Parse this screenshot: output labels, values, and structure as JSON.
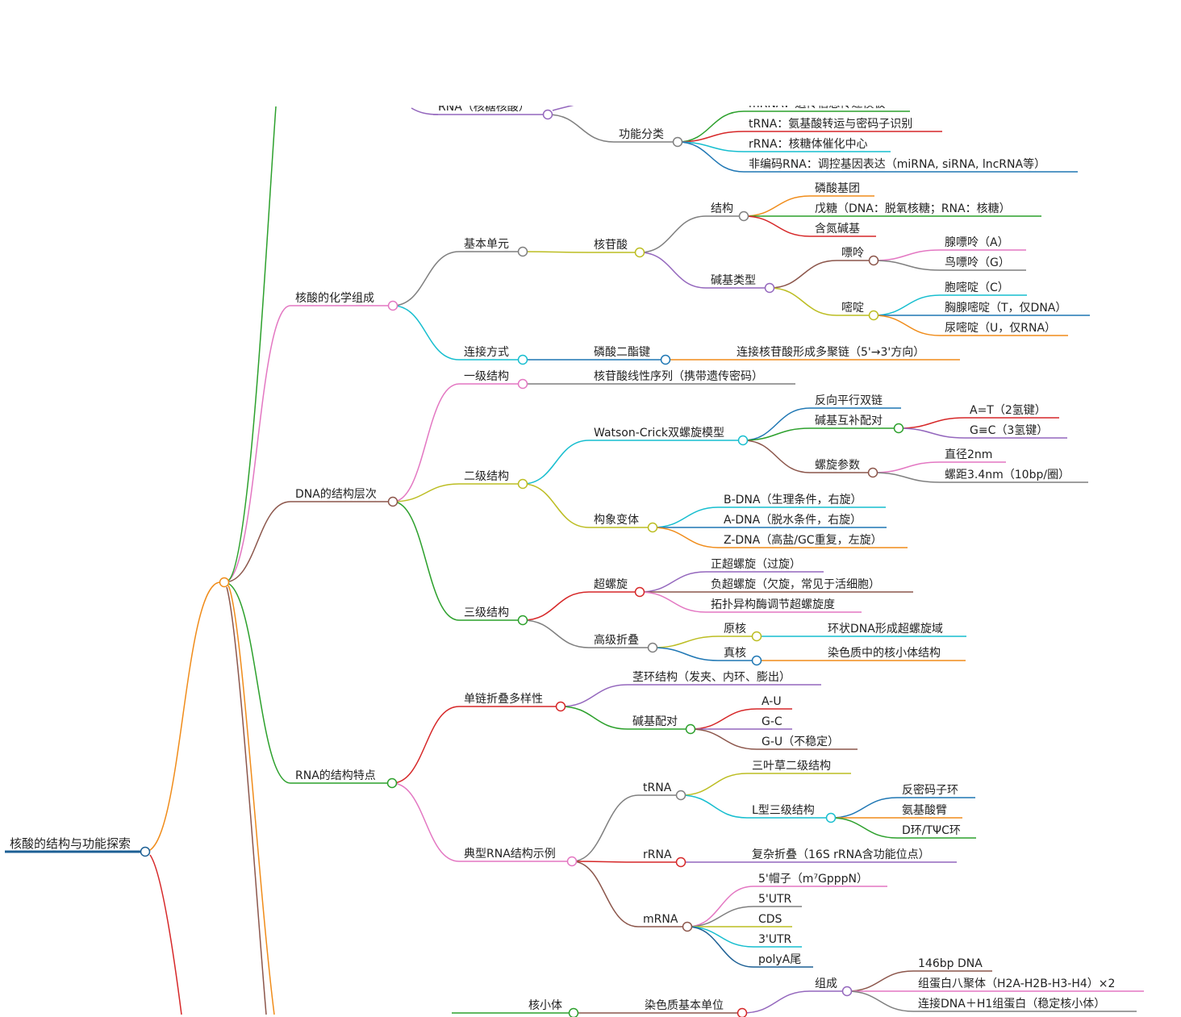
{
  "colors": {
    "orange": "#f08c1a",
    "green": "#2ca02c",
    "red": "#d62728",
    "purple": "#9467bd",
    "pink": "#e377c2",
    "cyan": "#17becf",
    "olive": "#bcbd22",
    "gray": "#7f7f7f",
    "brown": "#8c564b",
    "blue": "#1f77b4",
    "darkblue": "#1c5f94"
  },
  "nodes": [
    {
      "id": "root",
      "label": "核酸的结构与功能探索"
    },
    {
      "id": "hub",
      "label": ""
    },
    {
      "id": "n_chem",
      "label": "核酸的化学组成"
    },
    {
      "id": "n_dna",
      "label": "DNA的结构层次"
    },
    {
      "id": "n_rna",
      "label": "RNA的结构特点"
    },
    {
      "id": "n_rna_nuc",
      "label": "RNA（核糖核酸）"
    },
    {
      "id": "n_func",
      "label": "功能分类"
    },
    {
      "id": "f_mrna",
      "label": "mRNA：遗传信息传递模板"
    },
    {
      "id": "f_trna",
      "label": "tRNA：氨基酸转运与密码子识别"
    },
    {
      "id": "f_rrna",
      "label": "rRNA：核糖体催化中心"
    },
    {
      "id": "f_nc",
      "label": "非编码RNA：调控基因表达（miRNA, siRNA, lncRNA等）"
    },
    {
      "id": "n_unit",
      "label": "基本单元"
    },
    {
      "id": "n_nucl",
      "label": "核苷酸"
    },
    {
      "id": "n_struct",
      "label": "结构"
    },
    {
      "id": "s_phos",
      "label": "磷酸基团"
    },
    {
      "id": "s_sugar",
      "label": "戊糖（DNA：脱氧核糖；RNA：核糖）"
    },
    {
      "id": "s_base",
      "label": "含氮碱基"
    },
    {
      "id": "n_btype",
      "label": "碱基类型"
    },
    {
      "id": "n_pur",
      "label": "嘌呤"
    },
    {
      "id": "p_a",
      "label": "腺嘌呤（A）"
    },
    {
      "id": "p_g",
      "label": "鸟嘌呤（G）"
    },
    {
      "id": "n_pyr",
      "label": "嘧啶"
    },
    {
      "id": "y_c",
      "label": "胞嘧啶（C）"
    },
    {
      "id": "y_t",
      "label": "胸腺嘧啶（T，仅DNA）"
    },
    {
      "id": "y_u",
      "label": "尿嘧啶（U，仅RNA）"
    },
    {
      "id": "n_link",
      "label": "连接方式"
    },
    {
      "id": "n_pde",
      "label": "磷酸二酯键"
    },
    {
      "id": "l_chain",
      "label": "连接核苷酸形成多聚链（5'→3'方向）"
    },
    {
      "id": "n_pri",
      "label": "一级结构"
    },
    {
      "id": "pri_seq",
      "label": "核苷酸线性序列（携带遗传密码）"
    },
    {
      "id": "n_sec",
      "label": "二级结构"
    },
    {
      "id": "n_wc",
      "label": "Watson-Crick双螺旋模型"
    },
    {
      "id": "wc_anti",
      "label": "反向平行双链"
    },
    {
      "id": "n_pair",
      "label": "碱基互补配对"
    },
    {
      "id": "pair_at",
      "label": "A=T（2氢键）"
    },
    {
      "id": "pair_gc",
      "label": "G≡C（3氢键）"
    },
    {
      "id": "n_hparam",
      "label": "螺旋参数"
    },
    {
      "id": "hp_d",
      "label": "直径2nm"
    },
    {
      "id": "hp_p",
      "label": "螺距3.4nm（10bp/圈）"
    },
    {
      "id": "n_conf",
      "label": "构象变体"
    },
    {
      "id": "c_b",
      "label": "B-DNA（生理条件，右旋）"
    },
    {
      "id": "c_a",
      "label": "A-DNA（脱水条件，右旋）"
    },
    {
      "id": "c_z",
      "label": "Z-DNA（高盐/GC重复，左旋）"
    },
    {
      "id": "n_ter",
      "label": "三级结构"
    },
    {
      "id": "n_super",
      "label": "超螺旋"
    },
    {
      "id": "sc_pos",
      "label": "正超螺旋（过旋）"
    },
    {
      "id": "sc_neg",
      "label": "负超螺旋（欠旋，常见于活细胞）"
    },
    {
      "id": "sc_topo",
      "label": "拓扑异构酶调节超螺旋度"
    },
    {
      "id": "n_fold",
      "label": "高级折叠"
    },
    {
      "id": "n_prok",
      "label": "原核"
    },
    {
      "id": "pk_t",
      "label": "环状DNA形成超螺旋域"
    },
    {
      "id": "n_euk",
      "label": "真核"
    },
    {
      "id": "ek_t",
      "label": "染色质中的核小体结构"
    },
    {
      "id": "n_ssfold",
      "label": "单链折叠多样性"
    },
    {
      "id": "ss_stem",
      "label": "茎环结构（发夹、内环、膨出）"
    },
    {
      "id": "n_bp",
      "label": "碱基配对"
    },
    {
      "id": "bp_au",
      "label": "A-U"
    },
    {
      "id": "bp_gc",
      "label": "G-C"
    },
    {
      "id": "bp_gu",
      "label": "G-U（不稳定）"
    },
    {
      "id": "n_ex",
      "label": "典型RNA结构示例"
    },
    {
      "id": "n_trna",
      "label": "tRNA"
    },
    {
      "id": "t_clover",
      "label": "三叶草二级结构"
    },
    {
      "id": "n_lshape",
      "label": "L型三级结构"
    },
    {
      "id": "ls_anti",
      "label": "反密码子环"
    },
    {
      "id": "ls_aa",
      "label": "氨基酸臂"
    },
    {
      "id": "ls_d",
      "label": "D环/TΨC环"
    },
    {
      "id": "n_rrna",
      "label": "rRNA"
    },
    {
      "id": "rr_t",
      "label": "复杂折叠（16S rRNA含功能位点）"
    },
    {
      "id": "n_mrna",
      "label": "mRNA"
    },
    {
      "id": "m_cap",
      "label": "5'帽子（m⁷GpppN）"
    },
    {
      "id": "m_5utr",
      "label": "5'UTR"
    },
    {
      "id": "m_cds",
      "label": "CDS"
    },
    {
      "id": "m_3utr",
      "label": "3'UTR"
    },
    {
      "id": "m_poly",
      "label": "polyA尾"
    },
    {
      "id": "n_nucleo",
      "label": "核小体"
    },
    {
      "id": "n_chrom",
      "label": "染色质基本单位"
    },
    {
      "id": "n_comp",
      "label": "组成"
    },
    {
      "id": "cp_dna",
      "label": "146bp DNA"
    },
    {
      "id": "cp_oct",
      "label": "组蛋白八聚体（H2A-H2B-H3-H4）×2"
    },
    {
      "id": "cp_link",
      "label": "连接DNA＋H1组蛋白（稳定核小体）"
    }
  ],
  "edges": [
    {
      "from": "root",
      "to": "hub",
      "color": "orange"
    },
    {
      "from": "hub",
      "to": "n_chem",
      "color": "pink"
    },
    {
      "from": "hub",
      "to": "n_dna",
      "color": "brown"
    },
    {
      "from": "hub",
      "to": "n_rna",
      "color": "green"
    },
    {
      "from": "n_rna_nuc",
      "to": "n_func",
      "color": "gray"
    },
    {
      "from": "n_func",
      "to": "f_mrna",
      "color": "green"
    },
    {
      "from": "n_func",
      "to": "f_trna",
      "color": "red"
    },
    {
      "from": "n_func",
      "to": "f_rrna",
      "color": "cyan"
    },
    {
      "from": "n_func",
      "to": "f_nc",
      "color": "blue"
    },
    {
      "from": "n_chem",
      "to": "n_unit",
      "color": "gray"
    },
    {
      "from": "n_chem",
      "to": "n_link",
      "color": "cyan"
    },
    {
      "from": "n_unit",
      "to": "n_nucl",
      "color": "olive"
    },
    {
      "from": "n_nucl",
      "to": "n_struct",
      "color": "gray"
    },
    {
      "from": "n_nucl",
      "to": "n_btype",
      "color": "purple"
    },
    {
      "from": "n_struct",
      "to": "s_phos",
      "color": "orange"
    },
    {
      "from": "n_struct",
      "to": "s_sugar",
      "color": "green"
    },
    {
      "from": "n_struct",
      "to": "s_base",
      "color": "red"
    },
    {
      "from": "n_btype",
      "to": "n_pur",
      "color": "brown"
    },
    {
      "from": "n_btype",
      "to": "n_pyr",
      "color": "olive"
    },
    {
      "from": "n_pur",
      "to": "p_a",
      "color": "pink"
    },
    {
      "from": "n_pur",
      "to": "p_g",
      "color": "gray"
    },
    {
      "from": "n_pyr",
      "to": "y_c",
      "color": "cyan"
    },
    {
      "from": "n_pyr",
      "to": "y_t",
      "color": "blue"
    },
    {
      "from": "n_pyr",
      "to": "y_u",
      "color": "orange"
    },
    {
      "from": "n_link",
      "to": "n_pde",
      "color": "blue"
    },
    {
      "from": "n_pde",
      "to": "l_chain",
      "color": "orange"
    },
    {
      "from": "n_dna",
      "to": "n_pri",
      "color": "pink"
    },
    {
      "from": "n_dna",
      "to": "n_sec",
      "color": "olive"
    },
    {
      "from": "n_dna",
      "to": "n_ter",
      "color": "green"
    },
    {
      "from": "n_pri",
      "to": "pri_seq",
      "color": "gray"
    },
    {
      "from": "n_sec",
      "to": "n_wc",
      "color": "cyan"
    },
    {
      "from": "n_sec",
      "to": "n_conf",
      "color": "olive"
    },
    {
      "from": "n_wc",
      "to": "wc_anti",
      "color": "blue"
    },
    {
      "from": "n_wc",
      "to": "n_pair",
      "color": "green"
    },
    {
      "from": "n_wc",
      "to": "n_hparam",
      "color": "brown"
    },
    {
      "from": "n_pair",
      "to": "pair_at",
      "color": "red"
    },
    {
      "from": "n_pair",
      "to": "pair_gc",
      "color": "purple"
    },
    {
      "from": "n_hparam",
      "to": "hp_d",
      "color": "pink"
    },
    {
      "from": "n_hparam",
      "to": "hp_p",
      "color": "gray"
    },
    {
      "from": "n_conf",
      "to": "c_b",
      "color": "cyan"
    },
    {
      "from": "n_conf",
      "to": "c_a",
      "color": "blue"
    },
    {
      "from": "n_conf",
      "to": "c_z",
      "color": "orange"
    },
    {
      "from": "n_ter",
      "to": "n_super",
      "color": "red"
    },
    {
      "from": "n_ter",
      "to": "n_fold",
      "color": "gray"
    },
    {
      "from": "n_super",
      "to": "sc_pos",
      "color": "purple"
    },
    {
      "from": "n_super",
      "to": "sc_neg",
      "color": "brown"
    },
    {
      "from": "n_super",
      "to": "sc_topo",
      "color": "pink"
    },
    {
      "from": "n_fold",
      "to": "n_prok",
      "color": "olive"
    },
    {
      "from": "n_fold",
      "to": "n_euk",
      "color": "blue"
    },
    {
      "from": "n_prok",
      "to": "pk_t",
      "color": "cyan"
    },
    {
      "from": "n_euk",
      "to": "ek_t",
      "color": "orange"
    },
    {
      "from": "n_rna",
      "to": "n_ssfold",
      "color": "red"
    },
    {
      "from": "n_rna",
      "to": "n_ex",
      "color": "pink"
    },
    {
      "from": "n_ssfold",
      "to": "ss_stem",
      "color": "purple"
    },
    {
      "from": "n_ssfold",
      "to": "n_bp",
      "color": "green"
    },
    {
      "from": "n_bp",
      "to": "bp_au",
      "color": "red"
    },
    {
      "from": "n_bp",
      "to": "bp_gc",
      "color": "purple"
    },
    {
      "from": "n_bp",
      "to": "bp_gu",
      "color": "brown"
    },
    {
      "from": "n_ex",
      "to": "n_trna",
      "color": "gray"
    },
    {
      "from": "n_ex",
      "to": "n_rrna",
      "color": "red"
    },
    {
      "from": "n_ex",
      "to": "n_mrna",
      "color": "brown"
    },
    {
      "from": "n_trna",
      "to": "t_clover",
      "color": "olive"
    },
    {
      "from": "n_trna",
      "to": "n_lshape",
      "color": "cyan"
    },
    {
      "from": "n_lshape",
      "to": "ls_anti",
      "color": "blue"
    },
    {
      "from": "n_lshape",
      "to": "ls_aa",
      "color": "orange"
    },
    {
      "from": "n_lshape",
      "to": "ls_d",
      "color": "green"
    },
    {
      "from": "n_rrna",
      "to": "rr_t",
      "color": "purple"
    },
    {
      "from": "n_mrna",
      "to": "m_cap",
      "color": "pink"
    },
    {
      "from": "n_mrna",
      "to": "m_5utr",
      "color": "gray"
    },
    {
      "from": "n_mrna",
      "to": "m_cds",
      "color": "olive"
    },
    {
      "from": "n_mrna",
      "to": "m_3utr",
      "color": "cyan"
    },
    {
      "from": "n_mrna",
      "to": "m_poly",
      "color": "darkblue"
    },
    {
      "from": "n_nucleo",
      "to": "n_chrom",
      "color": "brown"
    },
    {
      "from": "n_chrom",
      "to": "n_comp",
      "color": "purple"
    },
    {
      "from": "n_comp",
      "to": "cp_dna",
      "color": "brown"
    },
    {
      "from": "n_comp",
      "to": "cp_oct",
      "color": "pink"
    },
    {
      "from": "n_comp",
      "to": "cp_link",
      "color": "gray"
    }
  ]
}
